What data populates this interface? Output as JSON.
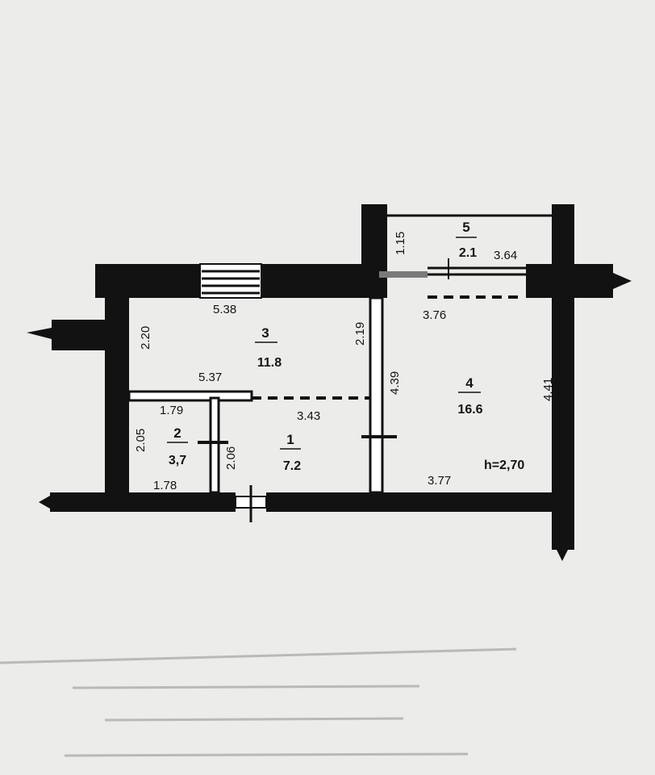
{
  "rooms": [
    {
      "number": "1",
      "area": "7.2"
    },
    {
      "number": "2",
      "area": "3,7"
    },
    {
      "number": "3",
      "area": "11.8"
    },
    {
      "number": "4",
      "area": "16.6"
    },
    {
      "number": "5",
      "area": "2.1"
    }
  ],
  "dimensions": {
    "room3_top": "5.38",
    "room3_left": "2.20",
    "room3_right": "2.19",
    "room3_bottom": "5.37",
    "room2_top": "1.79",
    "room2_left": "2.05",
    "room2_right": "2.06",
    "room2_bottom": "1.78",
    "room1_top": "3.43",
    "room4_top": "3.76",
    "room4_left": "4.39",
    "room4_right": "4.41",
    "room4_bottom": "3.77",
    "room5_height": "1.15",
    "room5_width": "3.64"
  },
  "ceiling_height": "h=2,70",
  "colors": {
    "wall": "#121212",
    "background": "#ececea"
  }
}
